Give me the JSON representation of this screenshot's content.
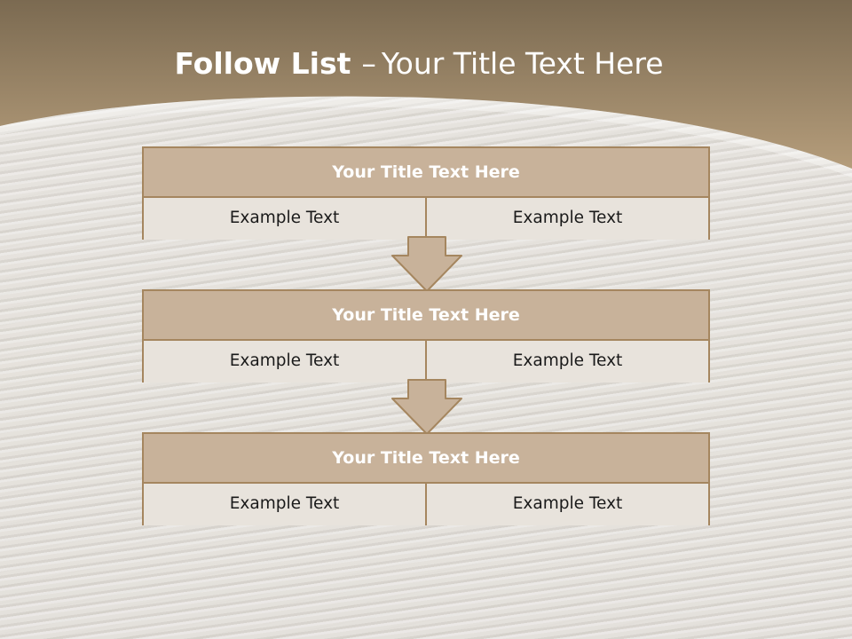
{
  "slide": {
    "title_bold": "Follow List",
    "title_sep": "–",
    "title_rest": "Your Title Text Here"
  },
  "blocks": [
    {
      "title": "Your Title Text Here",
      "left": "Example Text",
      "right": "Example Text"
    },
    {
      "title": "Your Title Text Here",
      "left": "Example Text",
      "right": "Example Text"
    },
    {
      "title": "Your Title Text Here",
      "left": "Example Text",
      "right": "Example Text"
    }
  ],
  "colors": {
    "header_dark": "#7a6a52",
    "header_light": "#b59d7b",
    "block_head": "#c8b29a",
    "block_border": "#a5865f",
    "cell_bg": "#e8e3dc",
    "arrow_fill": "#c8b29a"
  }
}
